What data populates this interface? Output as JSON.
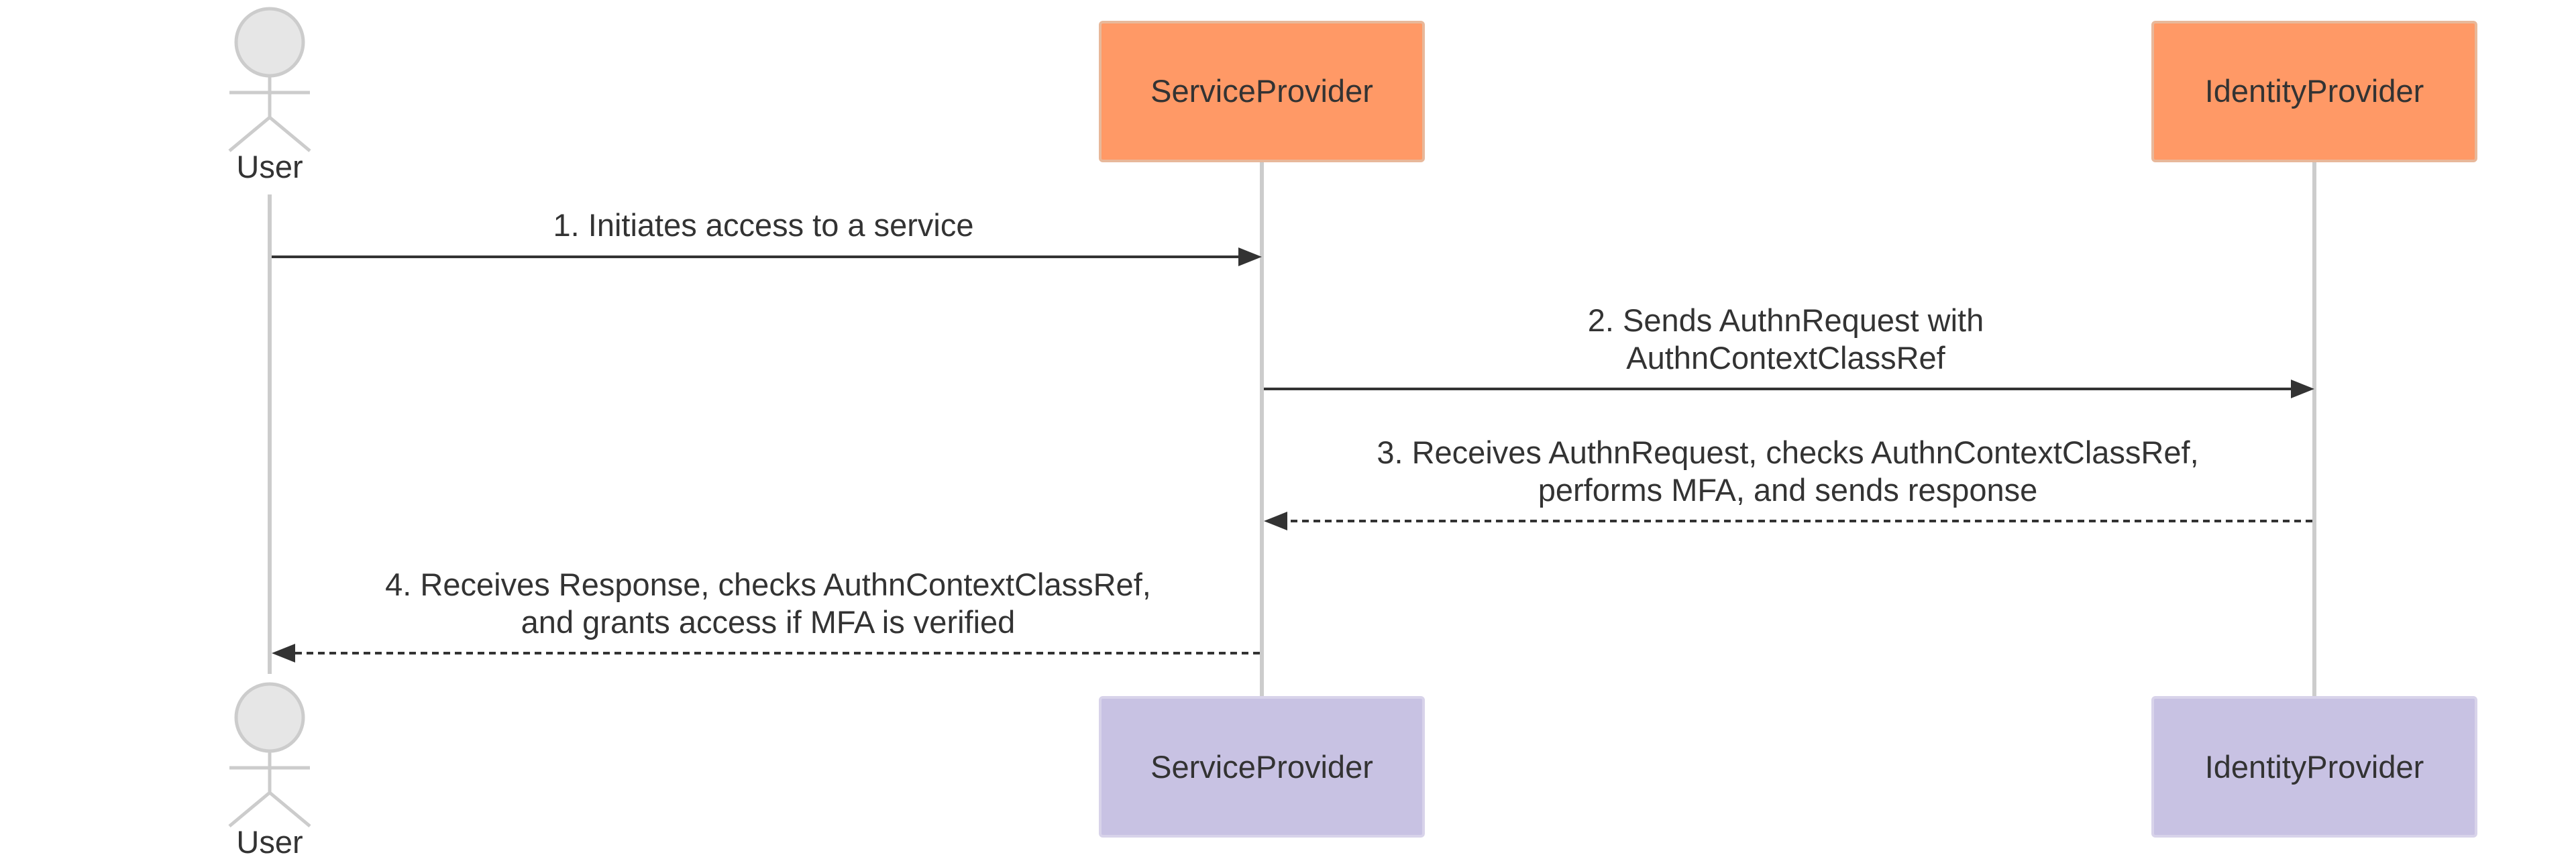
{
  "participants": {
    "user": "User",
    "service_provider": "ServiceProvider",
    "identity_provider": "IdentityProvider"
  },
  "messages": [
    {
      "line1": "1. Initiates access to a service",
      "line2": "",
      "style": "solid",
      "from": "User",
      "to": "ServiceProvider"
    },
    {
      "line1": "2. Sends AuthnRequest with",
      "line2": "AuthnContextClassRef",
      "style": "solid",
      "from": "ServiceProvider",
      "to": "IdentityProvider"
    },
    {
      "line1": "3. Receives AuthnRequest, checks AuthnContextClassRef,",
      "line2": "performs MFA, and sends response",
      "style": "dashed",
      "from": "IdentityProvider",
      "to": "ServiceProvider"
    },
    {
      "line1": "4. Receives Response, checks AuthnContextClassRef,",
      "line2": "and grants access if MFA is verified",
      "style": "dashed",
      "from": "ServiceProvider",
      "to": "User"
    }
  ],
  "colors": {
    "top_box": "#ff9966",
    "bottom_box": "#c8c2e3",
    "actor": "#e6e6e6",
    "lifeline": "#cccccc",
    "arrow": "#333333",
    "text": "#333333"
  }
}
